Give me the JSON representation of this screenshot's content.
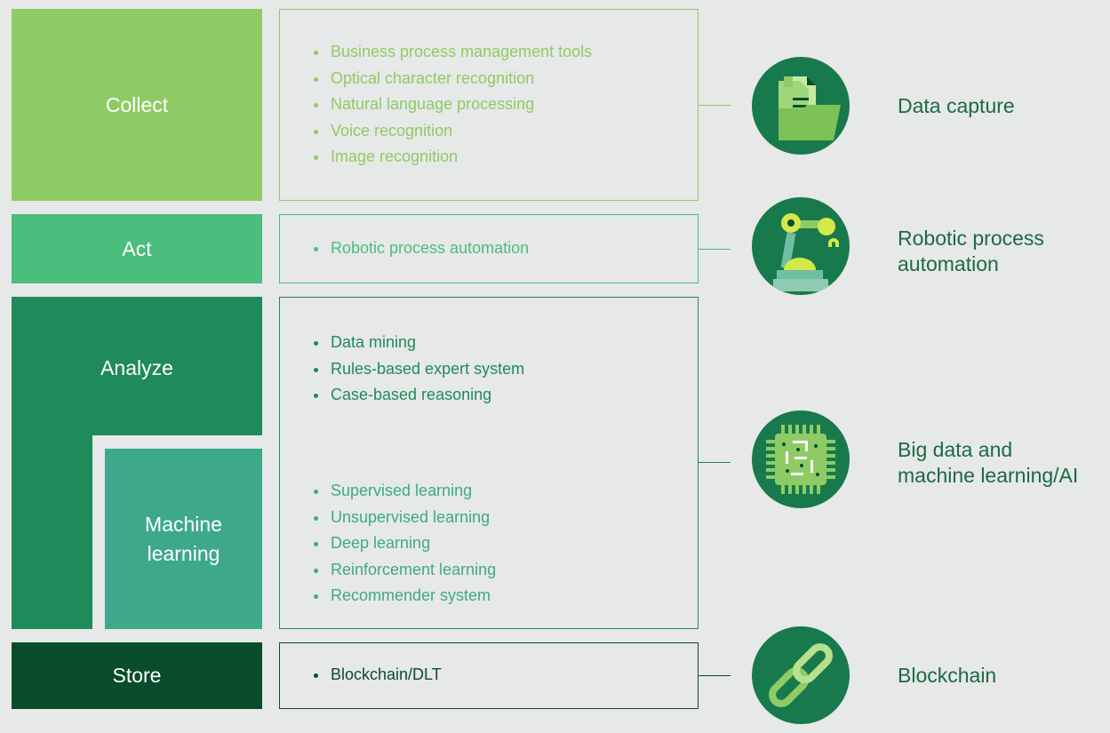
{
  "colors": {
    "collect": "#8fcb65",
    "act": "#4bbd7d",
    "analyze": "#1f8a5b",
    "machine_learning": "#3ea98a",
    "store": "#0a4d2c",
    "icon_bg": "#187a4c",
    "label_text": "#1b6a45"
  },
  "rows": {
    "collect": {
      "label": "Collect",
      "items": [
        "Business process management tools",
        "Optical character recognition",
        "Natural language processing",
        "Voice recognition",
        "Image recognition"
      ],
      "icon": "folder-document-icon",
      "result": "Data capture"
    },
    "act": {
      "label": "Act",
      "items": [
        "Robotic process automation"
      ],
      "icon": "robotic-arm-icon",
      "result": "Robotic process\nautomation"
    },
    "analyze": {
      "label": "Analyze",
      "items": [
        "Data mining",
        "Rules-based expert system",
        "Case-based reasoning"
      ],
      "icon": "microchip-icon",
      "result": "Big data and\nmachine learning/AI"
    },
    "machine_learning": {
      "label": "Machine\nlearning",
      "items": [
        "Supervised learning",
        "Unsupervised learning",
        "Deep learning",
        "Reinforcement learning",
        "Recommender system"
      ]
    },
    "store": {
      "label": "Store",
      "items": [
        "Blockchain/DLT"
      ],
      "icon": "chain-link-icon",
      "result": "Blockchain"
    }
  }
}
